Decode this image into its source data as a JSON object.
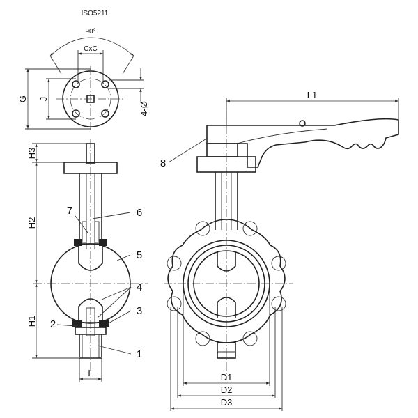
{
  "standard": "ISO5211",
  "angle": "90°",
  "flange_dims": {
    "cxc": "CxC",
    "g": "G",
    "j": "J",
    "bolt": "4-Ø"
  },
  "side_dims": {
    "h1": "H1",
    "h2": "H2",
    "h3": "H3",
    "l": "L"
  },
  "front_dims": {
    "l1": "L1",
    "d1": "D1",
    "d2": "D2",
    "d3": "D3"
  },
  "parts": {
    "p1": "1",
    "p2": "2",
    "p3": "3",
    "p4": "4",
    "p5": "5",
    "p6": "6",
    "p7": "7",
    "p8": "8"
  }
}
